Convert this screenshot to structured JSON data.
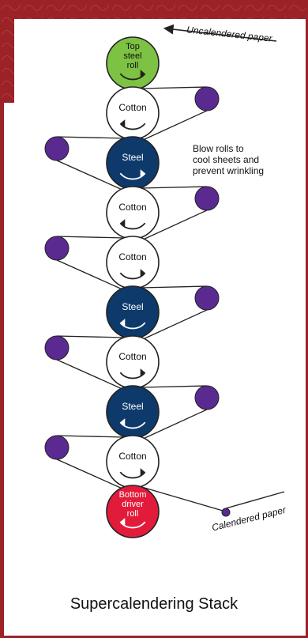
{
  "caption": "Supercalendering Stack",
  "annotations": {
    "input": "Uncalendered paper",
    "output": "Calendered paper",
    "blow_rolls_line1": "Blow rolls to",
    "blow_rolls_line2": "cool sheets and",
    "blow_rolls_line3": "prevent wrinkling"
  },
  "rolls": [
    {
      "lines": [
        "Top",
        "steel",
        "roll"
      ],
      "type": "top"
    },
    {
      "lines": [
        "Cotton"
      ],
      "type": "cotton"
    },
    {
      "lines": [
        "Steel"
      ],
      "type": "steel"
    },
    {
      "lines": [
        "Cotton"
      ],
      "type": "cotton"
    },
    {
      "lines": [
        "Cotton"
      ],
      "type": "cotton"
    },
    {
      "lines": [
        "Steel"
      ],
      "type": "steel"
    },
    {
      "lines": [
        "Cotton"
      ],
      "type": "cotton"
    },
    {
      "lines": [
        "Steel"
      ],
      "type": "steel"
    },
    {
      "lines": [
        "Cotton"
      ],
      "type": "cotton"
    },
    {
      "lines": [
        "Bottom",
        "driver",
        "roll"
      ],
      "type": "bottom"
    }
  ],
  "colors": {
    "top": "#7dc242",
    "cotton": "#ffffff",
    "steel": "#0d3a6b",
    "bottom": "#e31b3b",
    "blow_roll": "#5a2a91",
    "header_band": "#9b2226",
    "line": "#222222"
  },
  "icons": {
    "rotation": "curved-arrow-icon",
    "blow_roll": "circle"
  }
}
